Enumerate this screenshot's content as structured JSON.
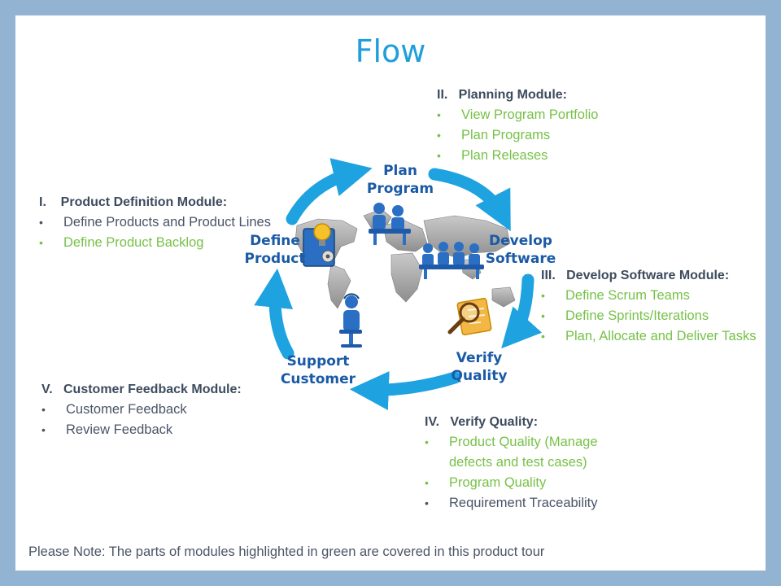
{
  "title": "Flow",
  "stages": {
    "plan": [
      "Plan",
      "Program"
    ],
    "develop": [
      "Develop",
      "Software"
    ],
    "verify": [
      "Verify",
      "Quality"
    ],
    "support": [
      "Support",
      "Customer"
    ],
    "define": [
      "Define",
      "Product"
    ]
  },
  "modules": {
    "product_definition": {
      "heading": "I.    Product Definition Module:",
      "items": [
        {
          "text": "Define Products and Product Lines",
          "highlight": false
        },
        {
          "text": "Define Product Backlog",
          "highlight": true
        }
      ]
    },
    "planning": {
      "heading": "II.   Planning Module:",
      "items": [
        {
          "text": "View Program Portfolio",
          "highlight": true
        },
        {
          "text": "Plan Programs",
          "highlight": true
        },
        {
          "text": "Plan Releases",
          "highlight": true
        }
      ]
    },
    "develop_software": {
      "heading": "III.   Develop Software Module:",
      "items": [
        {
          "text": "Define Scrum Teams",
          "highlight": true
        },
        {
          "text": "Define Sprints/Iterations",
          "highlight": true
        },
        {
          "text": "Plan, Allocate and Deliver Tasks",
          "highlight": true
        }
      ]
    },
    "verify_quality": {
      "heading": "IV.   Verify Quality:",
      "items": [
        {
          "text": "Product Quality (Manage defects and test cases)",
          "highlight": true
        },
        {
          "text": "Program Quality",
          "highlight": true
        },
        {
          "text": "Requirement Traceability",
          "highlight": false
        }
      ]
    },
    "customer_feedback": {
      "heading": "V.   Customer Feedback Module:",
      "items": [
        {
          "text": "Customer Feedback",
          "highlight": false
        },
        {
          "text": "Review Feedback",
          "highlight": false
        }
      ]
    }
  },
  "note": "Please Note: The parts of modules highlighted in green are covered in this product tour",
  "colors": {
    "frame": "#93b3d2",
    "title": "#1e9fdc",
    "highlight": "#77c148",
    "text": "#4a5466",
    "arrow": "#1ea3e0",
    "stage_label": "#1a5aa6",
    "icon_blue": "#2a6fc4"
  },
  "icons": [
    "world-map",
    "people-meeting-icon",
    "team-icon",
    "lightbulb-document-icon",
    "magnifier-document-icon",
    "headset-support-icon"
  ]
}
